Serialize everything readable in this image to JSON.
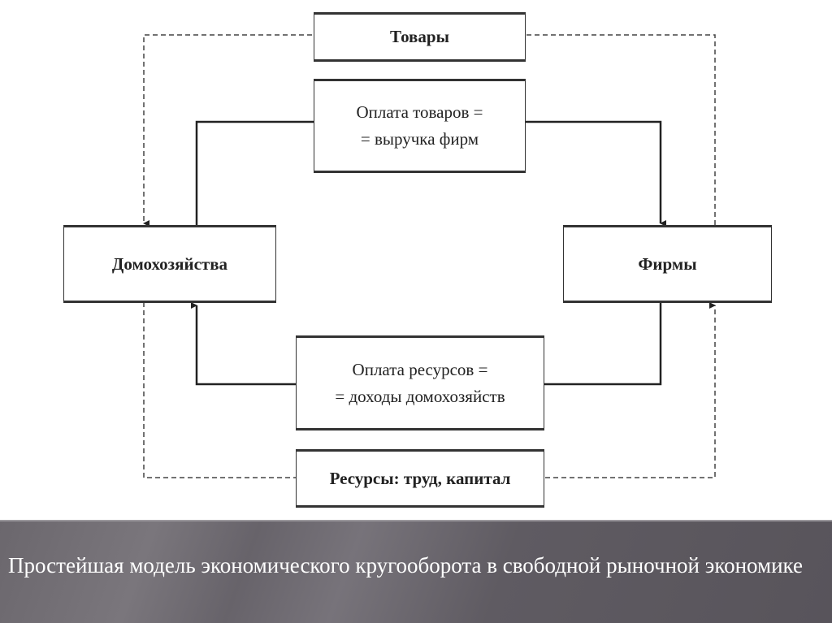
{
  "diagram": {
    "goods": "Товары",
    "goods_payment_line1": "Оплата товаров =",
    "goods_payment_line2": "= выручка фирм",
    "households": "Домохозяйства",
    "firms": "Фирмы",
    "resource_payment_line1": "Оплата ресурсов =",
    "resource_payment_line2": "= доходы домохозяйств",
    "resources": "Ресурсы: труд, капитал"
  },
  "caption": "Простейшая модель экономического кругооборота в свободной рыночной экономике"
}
